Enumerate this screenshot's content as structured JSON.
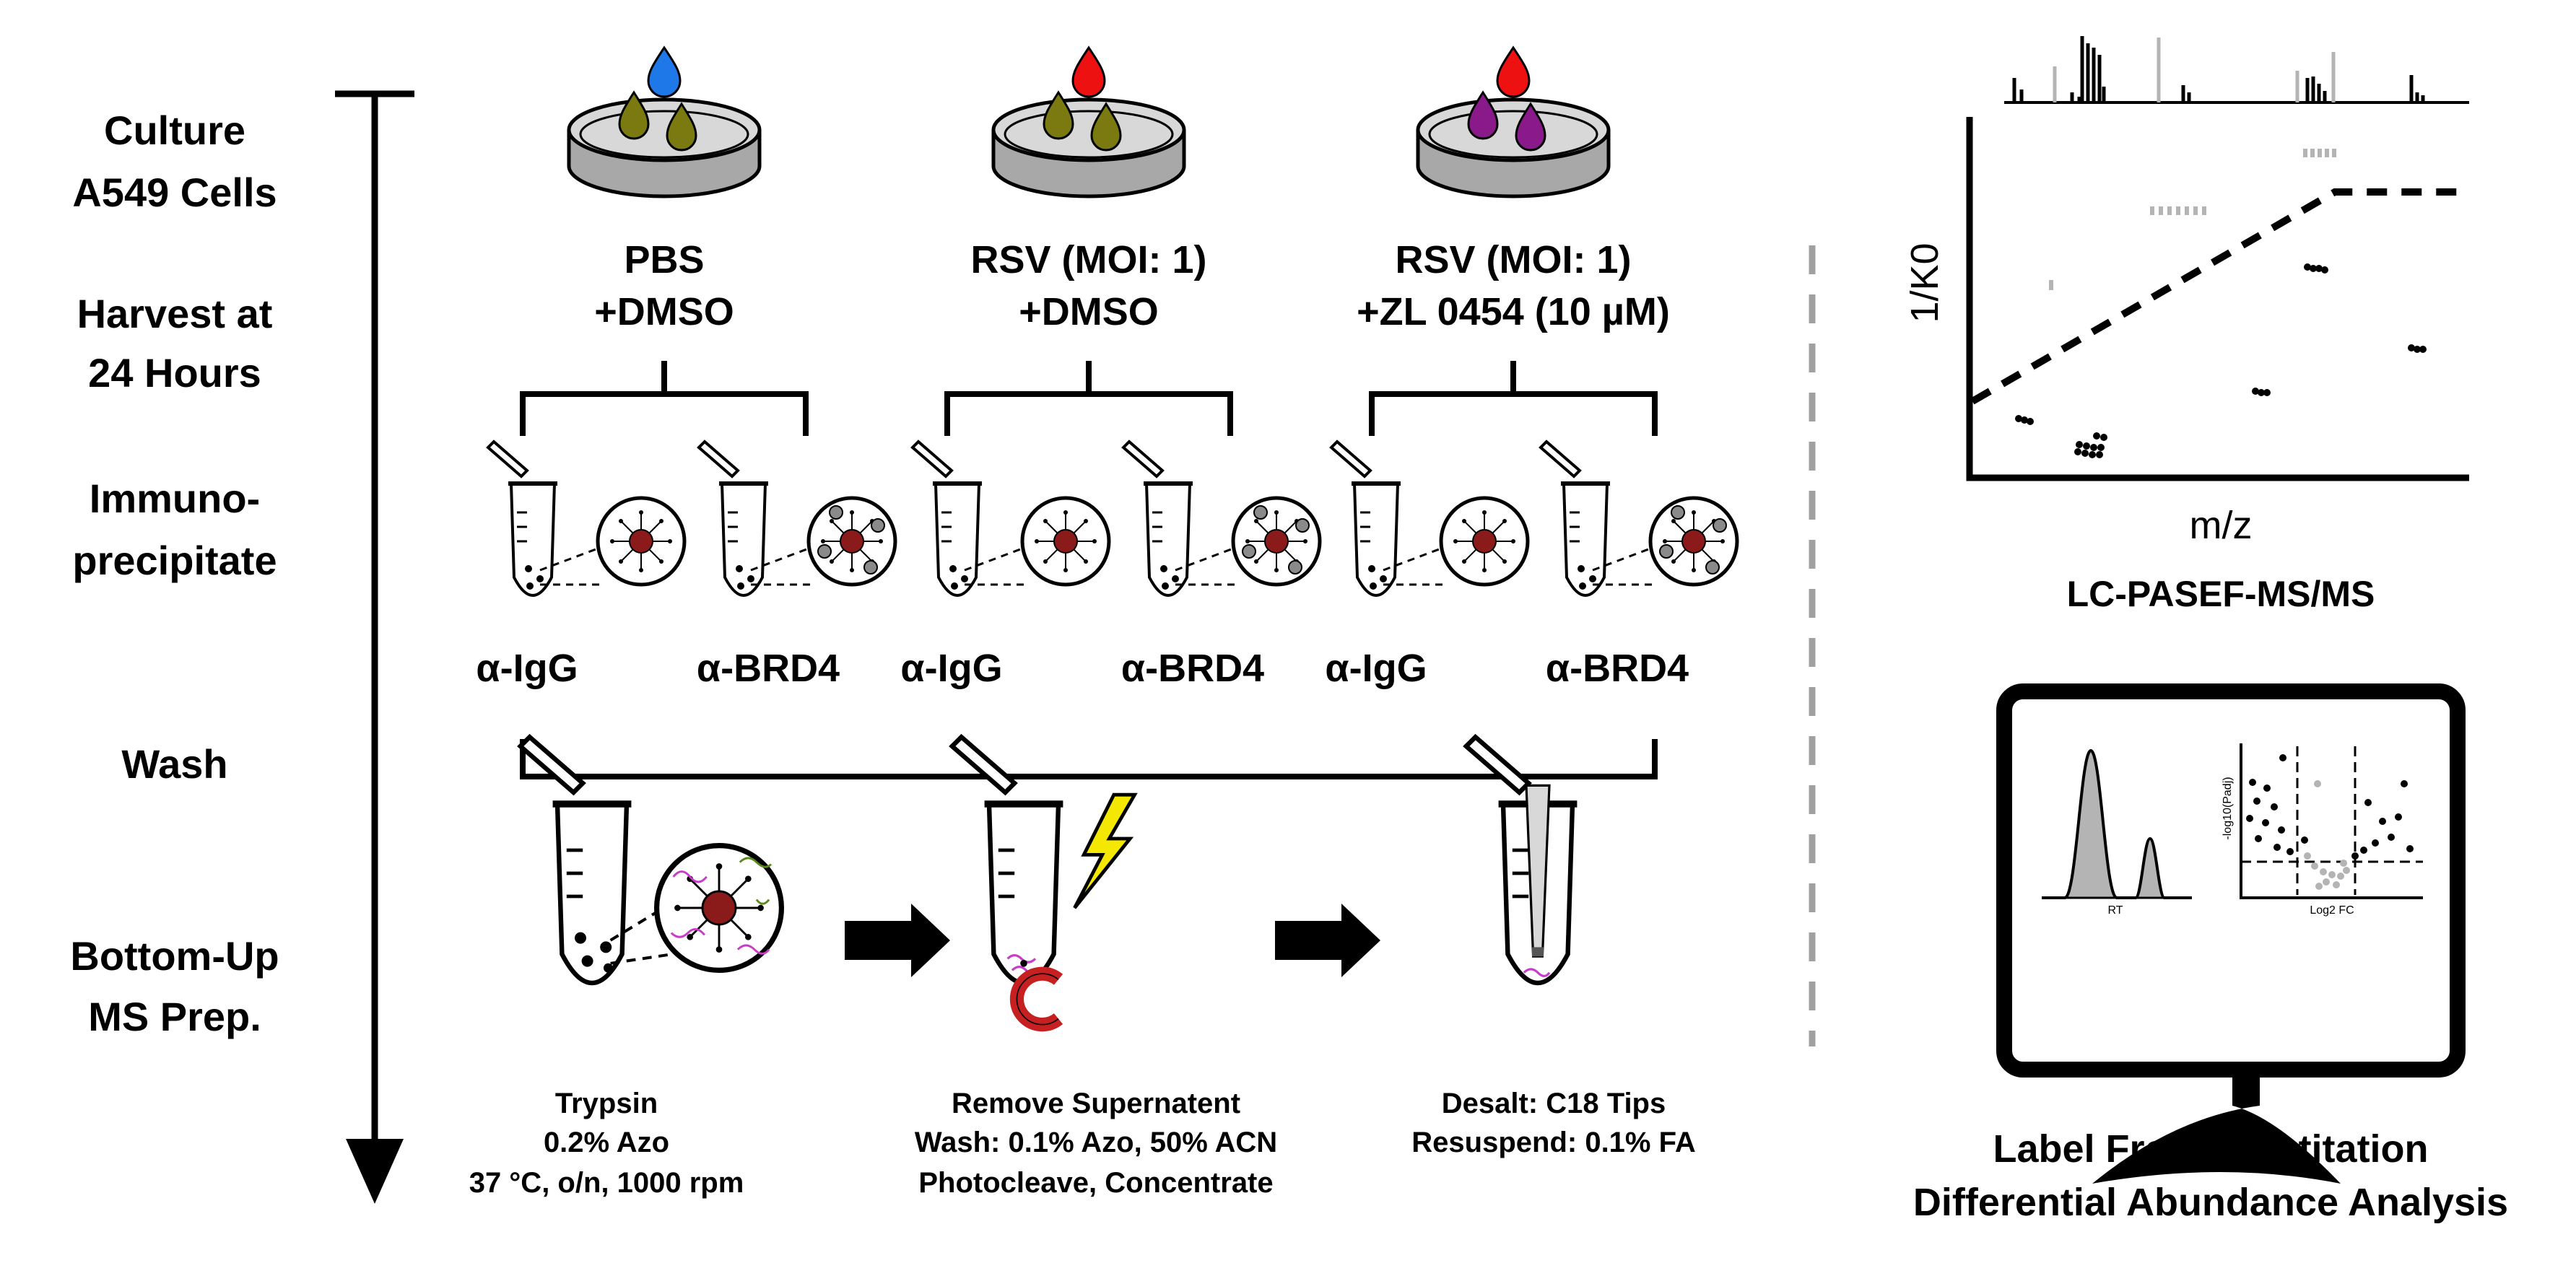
{
  "steps": {
    "culture": [
      "Culture",
      "A549 Cells"
    ],
    "harvest": [
      "Harvest at",
      "24 Hours"
    ],
    "ip": [
      "Immuno-",
      "precipitate"
    ],
    "wash": [
      "Wash"
    ],
    "prep": [
      "Bottom-Up",
      "MS Prep."
    ]
  },
  "conditions": [
    {
      "line1": "PBS",
      "line2": "+DMSO",
      "drop_color": "#1f78e8",
      "cell_color": "#7a7a10"
    },
    {
      "line1": "RSV (MOI: 1)",
      "line2": "+DMSO",
      "drop_color": "#ee1111",
      "cell_color": "#7a7a10"
    },
    {
      "line1": "RSV (MOI: 1)",
      "line2": "+ZL 0454 (10 µM)",
      "drop_color": "#ee1111",
      "cell_color": "#8a1a8a"
    }
  ],
  "antibodies": [
    "α-IgG",
    "α-BRD4",
    "α-IgG",
    "α-BRD4",
    "α-IgG",
    "α-BRD4"
  ],
  "prep_steps": [
    [
      "Trypsin",
      "0.2% Azo",
      "37 °C, o/n, 1000 rpm"
    ],
    [
      "Remove Supernatent",
      "Wash: 0.1% Azo, 50% ACN",
      "Photocleave, Concentrate"
    ],
    [
      "Desalt: C18 Tips",
      "Resuspend: 0.1% FA"
    ]
  ],
  "ms_plot": {
    "ylabel": "1/K0",
    "xlabel": "m/z",
    "caption": "LC-PASEF-MS/MS"
  },
  "monitor": {
    "left_xlabel": "RT",
    "right_xlabel": "Log2 FC",
    "right_ylabel": "-log10(Padj)",
    "caption": [
      "Label Free Quantitation",
      "Differential Abundance Analysis"
    ]
  },
  "colors": {
    "buffer_gray": "#9a9a9a",
    "buffer_blue": "#5ec8e8",
    "bead": "#8b1a1a",
    "trypsin_yellow": "#f5f07a",
    "bolt": "#f5e800",
    "gray_peak": "#b4b4b4"
  }
}
